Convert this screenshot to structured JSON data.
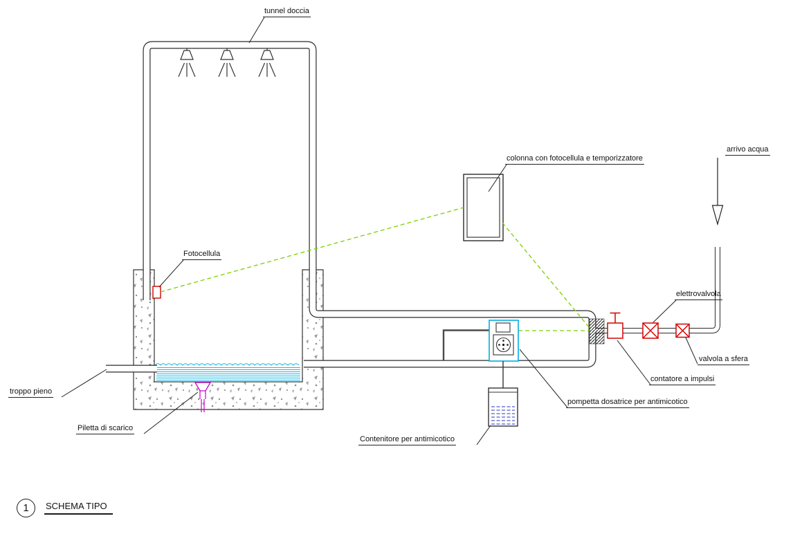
{
  "labels": {
    "tunnel_doccia": "tunnel doccia",
    "colonna": "colonna con fotocellula e temporizzatore",
    "arrivo_acqua": "arrivo acqua",
    "fotocellula": "Fotocellula",
    "elettrovalvola": "elettrovalvola",
    "valvola_sfera": "valvola a sfera",
    "contatore": "contatore a impulsi",
    "pompetta": "pompetta dosatrice per antimicotico",
    "contenitore": "Contenitore per antimicotico",
    "troppo_pieno": "troppo pieno",
    "piletta": "Piletta di scarico"
  },
  "title": {
    "number": "1",
    "text": "SCHEMA TIPO"
  },
  "colors": {
    "line": "#2b2b2b",
    "valve_red": "#d40000",
    "water_cyan": "#18b6e6",
    "pump_cyan": "#00aee0",
    "drain_magenta": "#cc00cc",
    "beam_green": "#7ccf00",
    "liquid_blue": "#2a35c0",
    "concrete_gray": "#9b9b9b"
  }
}
